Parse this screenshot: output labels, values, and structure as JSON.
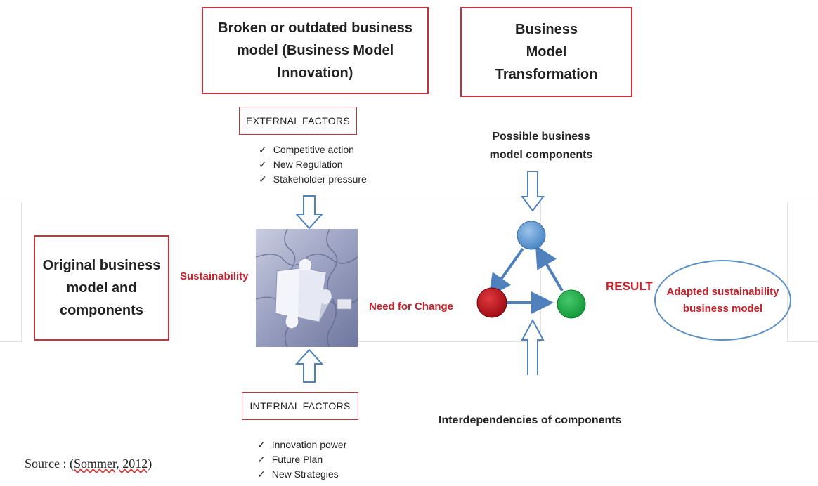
{
  "boxes": {
    "broken_model": [
      "Broken or outdated business",
      "model (Business Model",
      "Innovation)"
    ],
    "transformation": [
      "Business",
      "Model",
      "Transformation"
    ],
    "original_model": [
      "Original business",
      "model and",
      "components"
    ],
    "result_oval": [
      "Adapted sustainability",
      "business model"
    ]
  },
  "external": {
    "title": "EXTERNAL FACTORS",
    "items": [
      "Competitive action",
      "New Regulation",
      "Stakeholder pressure"
    ]
  },
  "internal": {
    "title": "INTERNAL FACTORS",
    "items": [
      "Innovation power",
      "Future Plan",
      "New Strategies"
    ]
  },
  "labels": {
    "sustainability": "Sustainability",
    "need_for_change": "Need for Change",
    "result": "RESULT",
    "possible_components": [
      "Possible business",
      "model components"
    ],
    "interdependencies": "Interdependencies of components"
  },
  "source": {
    "prefix": "Source :",
    "citation": "(Sommer, 2012)"
  },
  "colors": {
    "accent_red": "#c8323a",
    "arrow_blue": "#4f81bd",
    "node_blue": "#5b9bd5",
    "node_red": "#c0161e",
    "node_green": "#22b04b"
  }
}
